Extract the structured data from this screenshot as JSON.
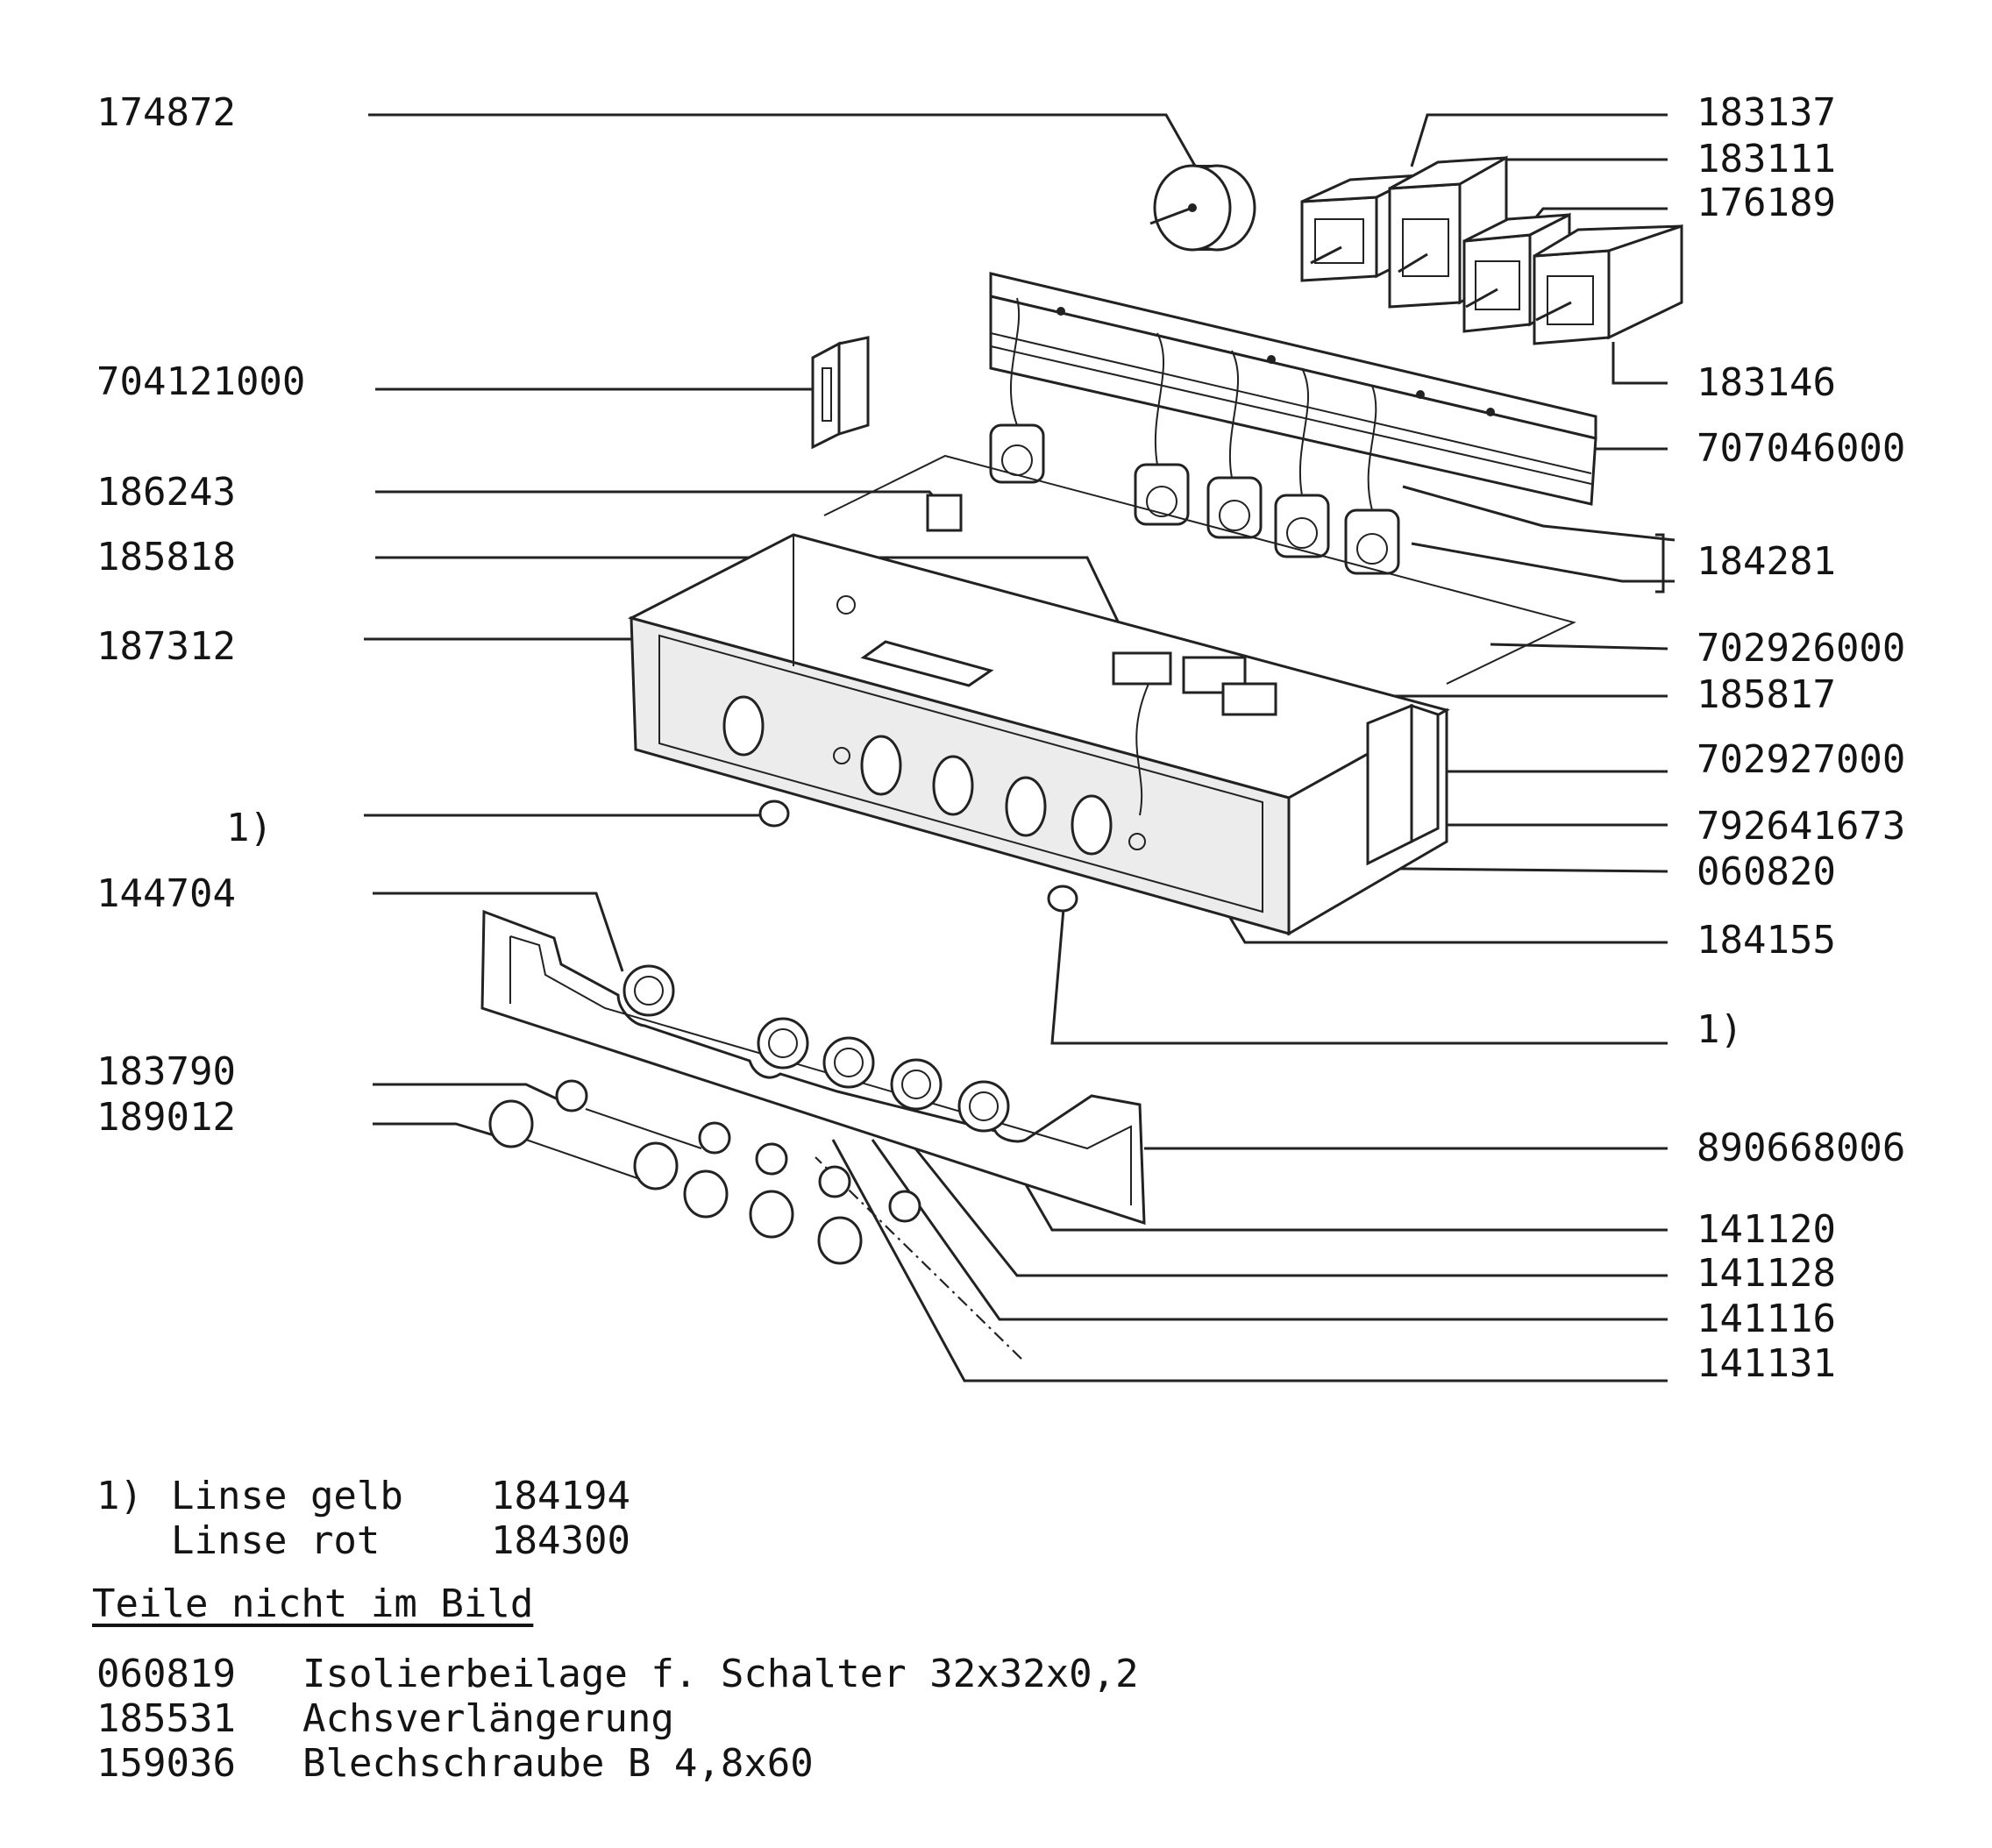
{
  "labels_left": [
    {
      "id": "p174872",
      "text": "174872"
    },
    {
      "id": "p704121000",
      "text": "704121000"
    },
    {
      "id": "p186243",
      "text": "186243"
    },
    {
      "id": "p185818",
      "text": "185818"
    },
    {
      "id": "p187312",
      "text": "187312"
    },
    {
      "id": "note1a",
      "text": "1)"
    },
    {
      "id": "p144704",
      "text": "144704"
    },
    {
      "id": "p183790",
      "text": "183790"
    },
    {
      "id": "p189012",
      "text": "189012"
    }
  ],
  "labels_right": [
    {
      "id": "p183137",
      "text": "183137"
    },
    {
      "id": "p183111",
      "text": "183111"
    },
    {
      "id": "p176189",
      "text": "176189"
    },
    {
      "id": "p183146",
      "text": "183146"
    },
    {
      "id": "p707046000",
      "text": "707046000"
    },
    {
      "id": "p184281",
      "text": "184281"
    },
    {
      "id": "p702926000",
      "text": "702926000"
    },
    {
      "id": "p185817",
      "text": "185817"
    },
    {
      "id": "p702927000",
      "text": "702927000"
    },
    {
      "id": "p792641673",
      "text": "792641673"
    },
    {
      "id": "p060820",
      "text": "060820"
    },
    {
      "id": "p184155",
      "text": "184155"
    },
    {
      "id": "note1b",
      "text": "1)"
    },
    {
      "id": "p890668006",
      "text": "890668006"
    },
    {
      "id": "p141120",
      "text": "141120"
    },
    {
      "id": "p141128",
      "text": "141128"
    },
    {
      "id": "p141116",
      "text": "141116"
    },
    {
      "id": "p141131",
      "text": "141131"
    }
  ],
  "footnote": {
    "marker": "1)",
    "rows": [
      {
        "name": "Linse gelb",
        "number": "184194"
      },
      {
        "name": "Linse rot",
        "number": "184300"
      }
    ]
  },
  "not_pictured": {
    "heading": "Teile nicht im Bild",
    "rows": [
      {
        "number": "060819",
        "description": "Isolierbeilage f. Schalter 32x32x0,2"
      },
      {
        "number": "185531",
        "description": "Achsverlängerung"
      },
      {
        "number": "159036",
        "description": "Blechschraube B 4,8x60"
      }
    ]
  }
}
